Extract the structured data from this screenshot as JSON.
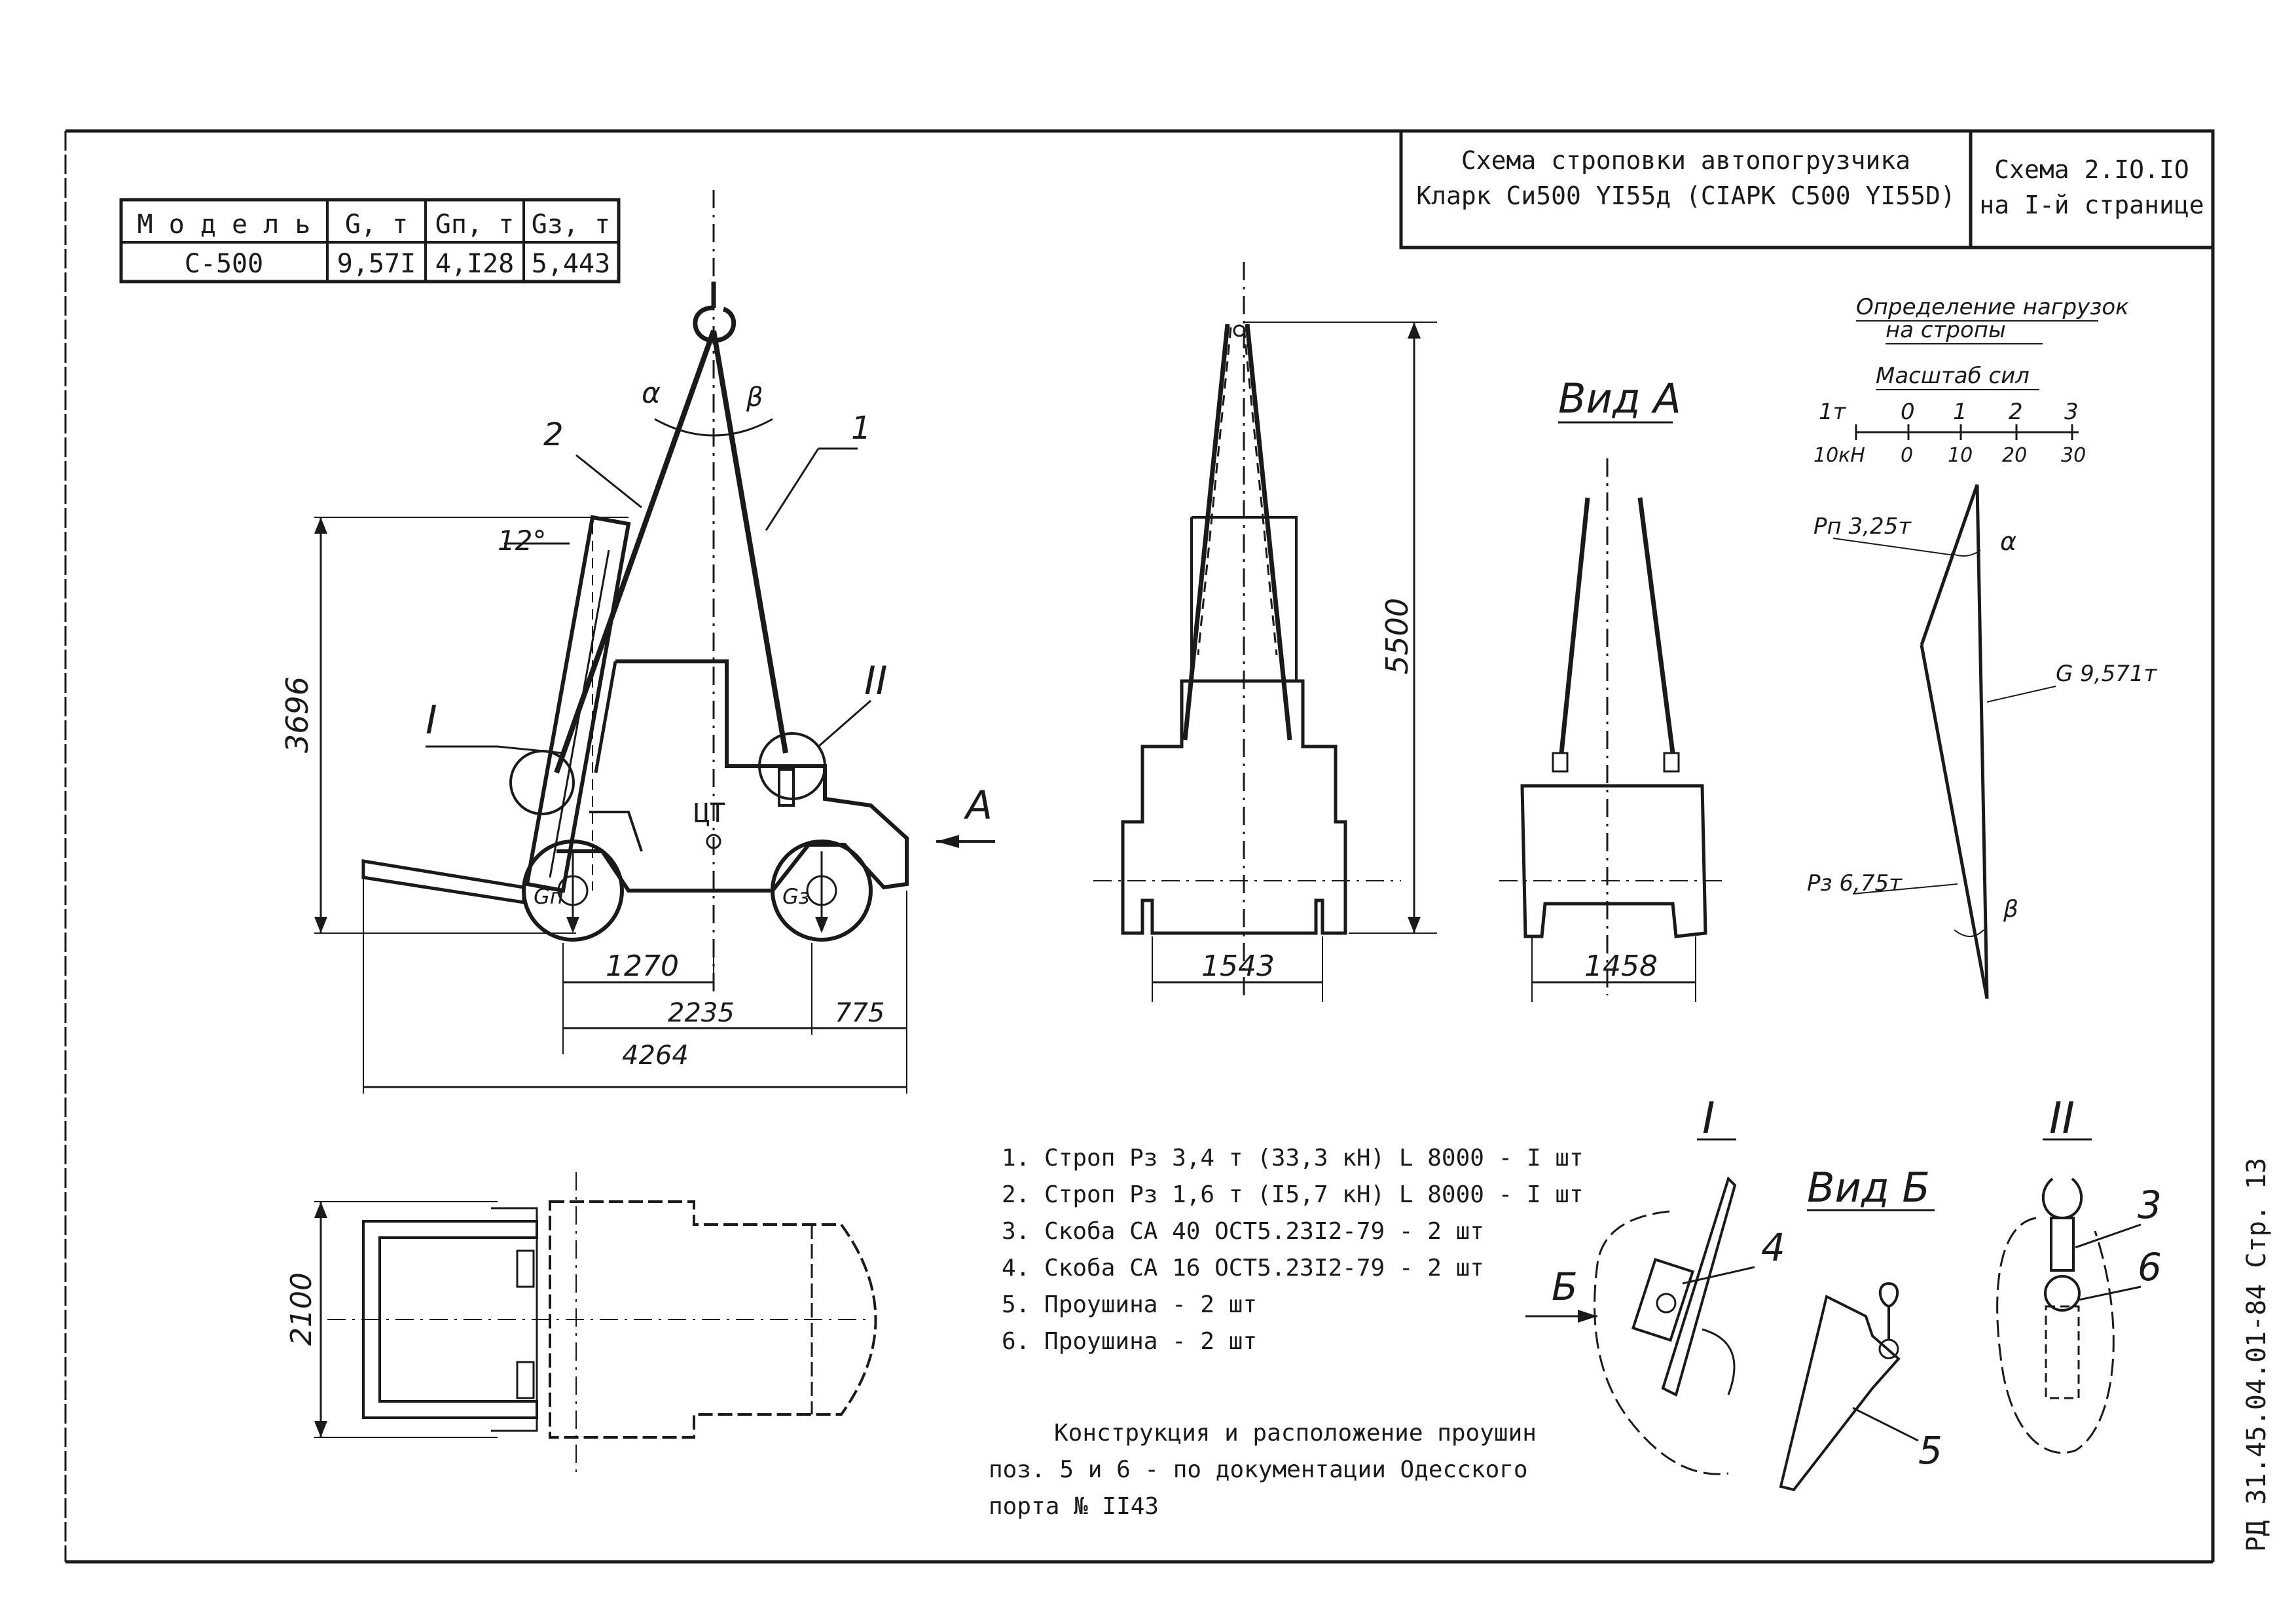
{
  "title_block": {
    "title_line1": "Схема строповки автопогрузчика",
    "title_line2": "Кларк Си500 YI55д (СIАРК С500 YI55D)",
    "ref_line1": "Схема 2.IO.IO",
    "ref_line2": "на I-й странице"
  },
  "model_table": {
    "headers": [
      "М о д е л ь",
      "G, т",
      "Gп, т",
      "Gз, т"
    ],
    "row": [
      "С-500",
      "9,57I",
      "4,I28",
      "5,443"
    ]
  },
  "side_view": {
    "height_dim": "3696",
    "tilt_angle": "12°",
    "alpha": "α",
    "beta": "β",
    "sling_1": "1",
    "sling_2": "2",
    "node_I": "I",
    "node_II": "II",
    "ct_label": "ЦТ",
    "gp_label": "Gп",
    "gz_label": "Gз",
    "arrow_A": "А",
    "dim_1270": "1270",
    "dim_2235": "2235",
    "dim_775": "775",
    "dim_4264": "4264"
  },
  "front_view": {
    "height_dim": "5500",
    "width_dim": "1543"
  },
  "view_a": {
    "title": "Вид А",
    "width_dim": "1458"
  },
  "plan_view": {
    "width_dim": "2100"
  },
  "force_diagram": {
    "title_line1": "Определение нагрузок",
    "title_line2": "на стропы",
    "scale_title": "Масштаб сил",
    "scale_top": [
      "1т",
      "0",
      "1",
      "2",
      "3"
    ],
    "scale_bottom": [
      "10кН",
      "0",
      "10",
      "20",
      "30"
    ],
    "pn_label": "Pп 3,25т",
    "g_label": "G 9,571т",
    "pz_label": "Pз 6,75т",
    "alpha": "α",
    "beta": "β"
  },
  "spec_list": [
    "1. Строп Pз 3,4 т (33,3 кН) L 8000 - I шт",
    "2. Строп Pз 1,6 т (I5,7 кН) L 8000 - I шт",
    "3. Скоба СА 40 ОСТ5.23I2-79 - 2 шт",
    "4. Скоба СА 16 ОСТ5.23I2-79 - 2 шт",
    "5. Проушина - 2 шт",
    "6. Проушина - 2 шт"
  ],
  "note_lines": [
    "Конструкция и расположение проушин",
    "поз. 5 и 6 - по документации Одесского",
    "порта № II43"
  ],
  "details": {
    "detail_I": "I",
    "detail_II": "II",
    "view_b": "Вид Б",
    "arrow_b": "Б",
    "pos_4": "4",
    "pos_5": "5",
    "pos_3": "3",
    "pos_6": "6"
  },
  "side_stamp": "РД 31.45.04.01-84  Стр. 13"
}
